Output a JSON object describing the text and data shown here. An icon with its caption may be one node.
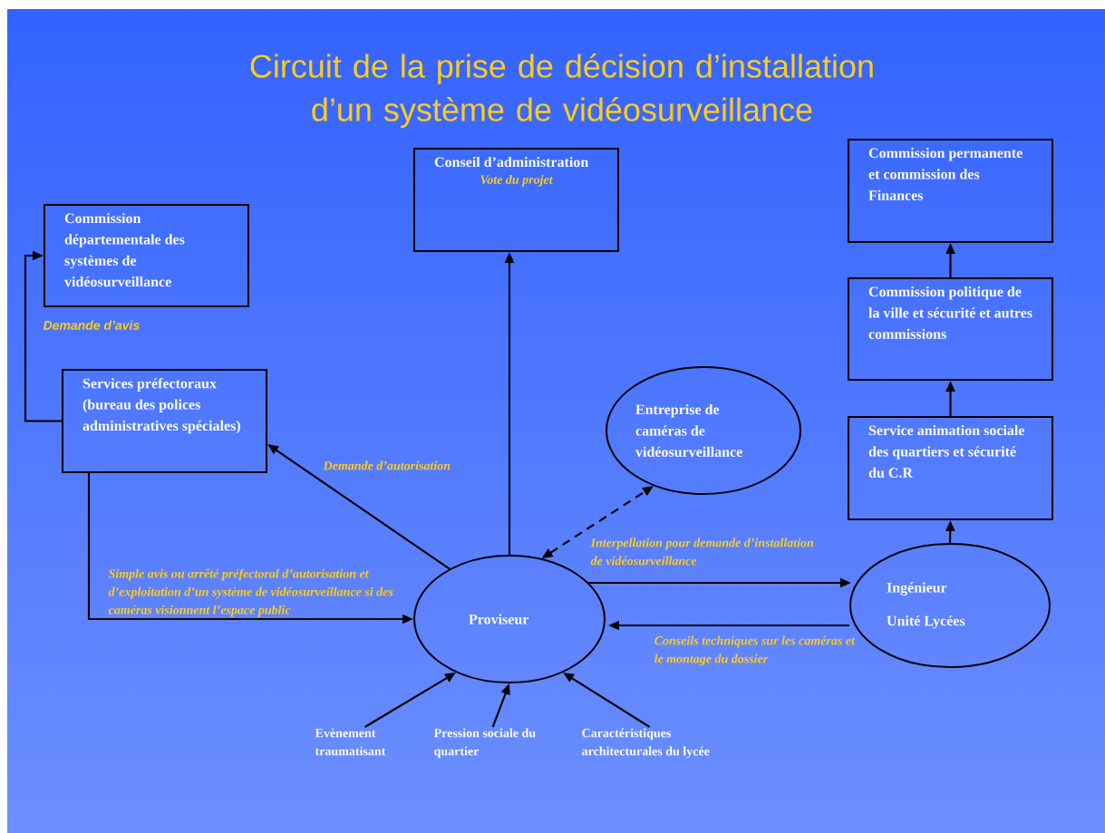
{
  "diagram": {
    "title": "Circuit de la prise de décision d’installation d’un système de vidéosurveillance",
    "nodes": [
      {
        "text": [
          "Conseil d’administration",
          "Vote du projet"
        ]
      },
      {
        "text": [
          "Commission départementale des systèmes de vidéosurveillance"
        ]
      },
      {
        "text": [
          "Commission permanente et commission des Finances"
        ]
      },
      {
        "text": [
          "Commission politique de la ville et sécurité et autres commissions"
        ]
      },
      {
        "text": [
          "Services préfectoraux (bureau des polices administratives spéciales)"
        ]
      },
      {
        "text": [
          "Entreprise de caméras de vidéosurveillance"
        ]
      },
      {
        "text": [
          "Service animation sociale des quartiers et sécurité du C.R"
        ]
      },
      {
        "text": [
          "Proviseur"
        ]
      },
      {
        "text": [
          "Ingénieur",
          "Unité Lycées"
        ]
      },
      {
        "text": [
          "Evènement traumatisant"
        ]
      },
      {
        "text": [
          "Pression sociale du quartier"
        ]
      },
      {
        "text": [
          "Caractéristiques architecturales du lycée"
        ]
      }
    ],
    "edges": [
      {
        "from": 7,
        "to": 0,
        "arrow": "to"
      },
      {
        "from": 4,
        "to": 1,
        "arrow": "to",
        "label": "Demande d’avis"
      },
      {
        "from": 7,
        "to": 4,
        "arrow": "to",
        "label": "Demande d’autorisation"
      },
      {
        "from": 4,
        "to": 7,
        "arrow": "to",
        "label": "Simple avis ou arrêté préfectoral d’autorisation et d’exploitation d’un système de vidéosurveillance si des caméras visionnent l’espace public"
      },
      {
        "from": 7,
        "to": 5,
        "arrow": "both",
        "style": "dashed"
      },
      {
        "from": 7,
        "to": 8,
        "arrow": "to",
        "label": "Interpellation pour demande d’installation de vidéosurveillance"
      },
      {
        "from": 8,
        "to": 7,
        "arrow": "to",
        "label": "Conseils techniques sur les caméras et le montage du dossier"
      },
      {
        "from": 8,
        "to": 6,
        "arrow": "to"
      },
      {
        "from": 6,
        "to": 3,
        "arrow": "to"
      },
      {
        "from": 3,
        "to": 2,
        "arrow": "to"
      },
      {
        "from": 9,
        "to": 7,
        "arrow": "to"
      },
      {
        "from": 10,
        "to": 7,
        "arrow": "to"
      },
      {
        "from": 11,
        "to": 7,
        "arrow": "to"
      }
    ]
  }
}
